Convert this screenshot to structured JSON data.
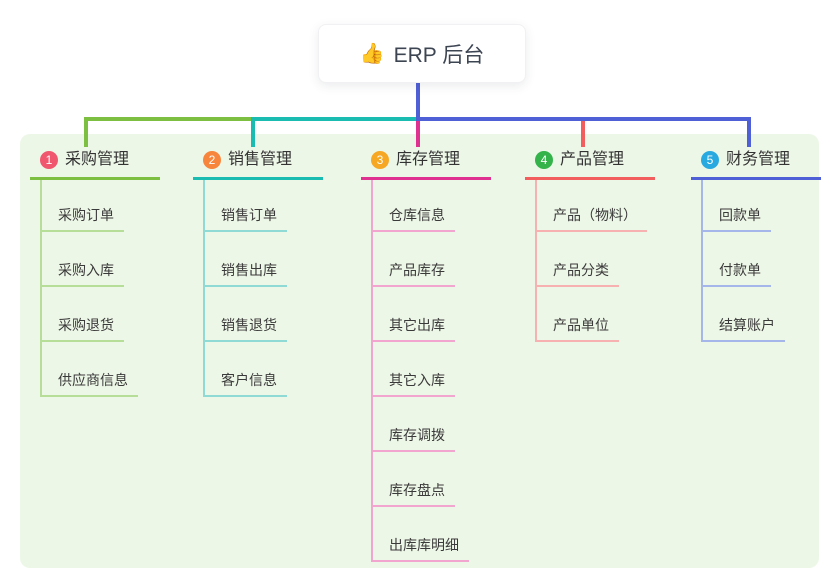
{
  "root": {
    "emoji": "👍",
    "label": "ERP 后台"
  },
  "canvas": {
    "background": "#ffffff",
    "panel_background": "#edf7e7",
    "trunk_color": "#4f5fd5",
    "text_color": "#333333"
  },
  "branches": [
    {
      "index": "1",
      "title": "采购管理",
      "badge_color": "#f0566e",
      "line_color": "#7dbf40",
      "child_line_color": "#b7de99",
      "children": [
        "采购订单",
        "采购入库",
        "采购退货",
        "供应商信息"
      ]
    },
    {
      "index": "2",
      "title": "销售管理",
      "badge_color": "#f7853c",
      "line_color": "#1abcb2",
      "child_line_color": "#8fdad4",
      "children": [
        "销售订单",
        "销售出库",
        "销售退货",
        "客户信息"
      ]
    },
    {
      "index": "3",
      "title": "库存管理",
      "badge_color": "#f6a723",
      "line_color": "#de3190",
      "child_line_color": "#f2a6cf",
      "children": [
        "仓库信息",
        "产品库存",
        "其它出库",
        "其它入库",
        "库存调拨",
        "库存盘点",
        "出库库明细"
      ]
    },
    {
      "index": "4",
      "title": "产品管理",
      "badge_color": "#33b34a",
      "line_color": "#f25e5e",
      "child_line_color": "#f7b1b1",
      "children": [
        "产品（物料）",
        "产品分类",
        "产品单位"
      ]
    },
    {
      "index": "5",
      "title": "财务管理",
      "badge_color": "#28a9df",
      "line_color": "#4f5fd5",
      "child_line_color": "#a5b7ea",
      "children": [
        "回款单",
        "付款单",
        "结算账户"
      ]
    }
  ]
}
